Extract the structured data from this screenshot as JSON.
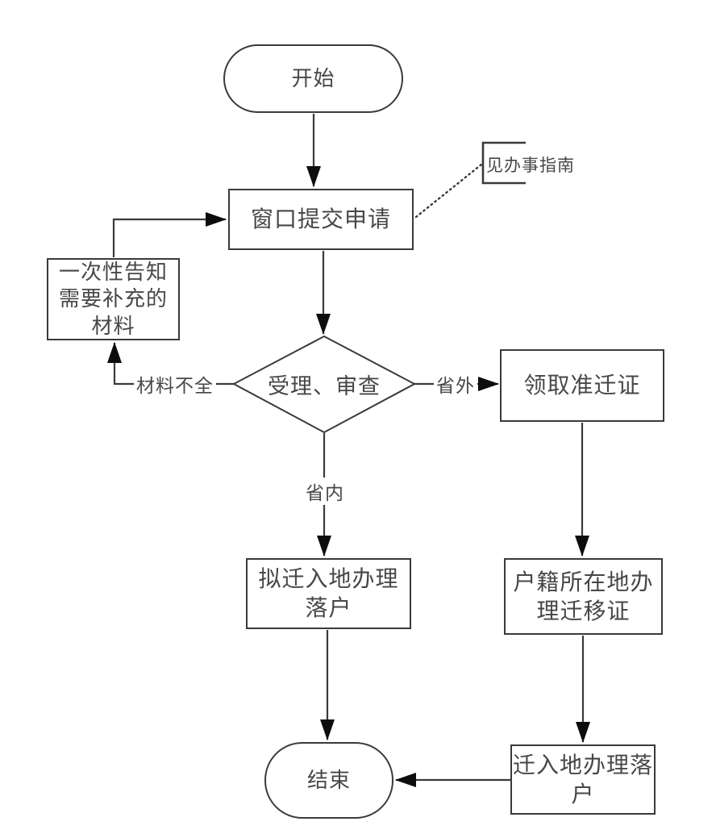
{
  "theme": {
    "line": "#3a3a3a",
    "text": "#474747",
    "arrow": "#0d0d0d",
    "canvas": "#ffffff"
  },
  "flowchart": {
    "nodes": {
      "start": {
        "label": "开始",
        "shape": "terminator"
      },
      "submit": {
        "label": "窗口提交申请",
        "shape": "process"
      },
      "notice": {
        "label": "一次性告知\n需要补充的\n材料",
        "shape": "process"
      },
      "review": {
        "label": "受理、审查",
        "shape": "decision"
      },
      "permit": {
        "label": "领取准迁证",
        "shape": "process"
      },
      "settle_intended": {
        "label": "拟迁入地办理\n落户",
        "shape": "process"
      },
      "migration_cert": {
        "label": "户籍所在地办\n理迁移证",
        "shape": "process"
      },
      "settle_final": {
        "label": "迁入地办理落\n户",
        "shape": "process"
      },
      "end": {
        "label": "结束",
        "shape": "terminator"
      }
    },
    "edge_labels": {
      "incomplete": "材料不全",
      "outside_province": "省外",
      "inside_province": "省内"
    },
    "annotation": {
      "label": "见办事指南"
    }
  }
}
